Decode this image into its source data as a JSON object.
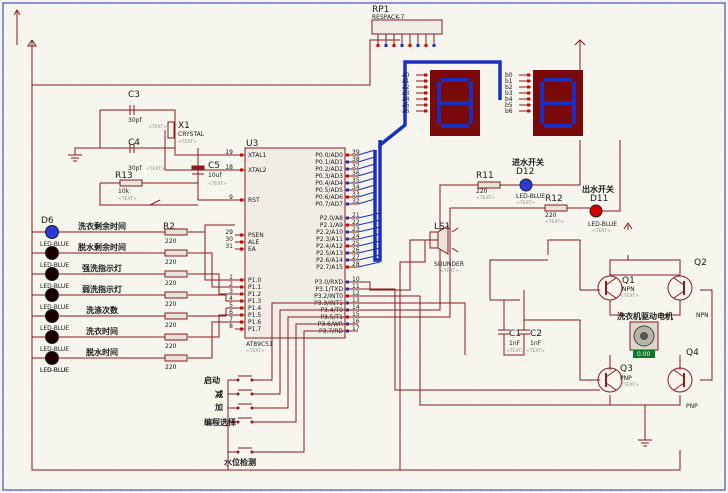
{
  "components": {
    "rp1": {
      "ref": "RP1",
      "value": "RESPACK-7"
    },
    "u3": {
      "ref": "U3",
      "value": "AT89C51",
      "text": "<TEXT>",
      "left_pins": [
        {
          "num": "19",
          "name": "XTAL1"
        },
        {
          "num": "18",
          "name": "XTAL2"
        },
        {
          "num": "9",
          "name": "RST"
        },
        {
          "num": "29",
          "name": "PSEN"
        },
        {
          "num": "30",
          "name": "ALE"
        },
        {
          "num": "31",
          "name": "EA"
        },
        {
          "num": "1",
          "name": "P1.0"
        },
        {
          "num": "2",
          "name": "P1.1"
        },
        {
          "num": "3",
          "name": "P1.2"
        },
        {
          "num": "4",
          "name": "P1.3"
        },
        {
          "num": "5",
          "name": "P1.4"
        },
        {
          "num": "6",
          "name": "P1.5"
        },
        {
          "num": "7",
          "name": "P1.6"
        },
        {
          "num": "8",
          "name": "P1.7"
        }
      ],
      "right_pins": [
        {
          "num": "39",
          "name": "P0.0/AD0"
        },
        {
          "num": "38",
          "name": "P0.1/AD1"
        },
        {
          "num": "37",
          "name": "P0.2/AD2"
        },
        {
          "num": "36",
          "name": "P0.3/AD3"
        },
        {
          "num": "35",
          "name": "P0.4/AD4"
        },
        {
          "num": "34",
          "name": "P0.5/AD5"
        },
        {
          "num": "33",
          "name": "P0.6/AD6"
        },
        {
          "num": "32",
          "name": "P0.7/AD7"
        },
        {
          "num": "21",
          "name": "P2.0/A8"
        },
        {
          "num": "22",
          "name": "P2.1/A9"
        },
        {
          "num": "23",
          "name": "P2.2/A10"
        },
        {
          "num": "24",
          "name": "P2.3/A11"
        },
        {
          "num": "25",
          "name": "P2.4/A12"
        },
        {
          "num": "26",
          "name": "P2.5/A13"
        },
        {
          "num": "27",
          "name": "P2.6/A14"
        },
        {
          "num": "28",
          "name": "P2.7/A15"
        },
        {
          "num": "10",
          "name": "P3.0/RXD"
        },
        {
          "num": "11",
          "name": "P3.1/TXD"
        },
        {
          "num": "12",
          "name": "P3.2/INT0"
        },
        {
          "num": "13",
          "name": "P3.3/INT1"
        },
        {
          "num": "14",
          "name": "P3.4/T0"
        },
        {
          "num": "15",
          "name": "P3.5/T1"
        },
        {
          "num": "16",
          "name": "P3.6/WR"
        },
        {
          "num": "17",
          "name": "P3.7/RD"
        }
      ]
    },
    "c3": {
      "ref": "C3",
      "value": "30pf",
      "text": "<TEXT>"
    },
    "c4": {
      "ref": "C4",
      "value": "30pf",
      "text": "<TEXT>"
    },
    "x1": {
      "ref": "X1",
      "value": "CRYSTAL",
      "text": "<TEXT>"
    },
    "c5": {
      "ref": "C5",
      "value": "10uf",
      "text": "<TEXT>"
    },
    "r13": {
      "ref": "R13",
      "value": "10k",
      "text": "<TEXT>"
    },
    "r2": {
      "ref": "R2",
      "value": "220"
    },
    "r_vals": [
      "220",
      "220",
      "220",
      "220",
      "220",
      "220",
      "220"
    ],
    "d6": {
      "ref": "D6"
    },
    "led_blue": "LED-BLUE",
    "ls1": {
      "ref": "LS1",
      "value": "SOUNDER",
      "text": "<TEXT>"
    },
    "r11": {
      "ref": "R11",
      "value": "220",
      "text": "<TEXT>"
    },
    "d12": {
      "ref": "D12",
      "value": "LED-BLUE",
      "text": "<TEXT>"
    },
    "r12": {
      "ref": "R12",
      "value": "220",
      "text": "<TEXT>"
    },
    "d11": {
      "ref": "D11",
      "value": "LED-BLUE",
      "text": "<TEXT>"
    },
    "c1": {
      "ref": "C1",
      "value": "1nF",
      "text": "<TEXT>"
    },
    "c2": {
      "ref": "C2",
      "value": "1nF",
      "text": "<TEXT>"
    },
    "q1": {
      "ref": "Q1",
      "value": "NPN",
      "text": "<TEXT>"
    },
    "q2": {
      "ref": "Q2",
      "value": "NPN"
    },
    "q3": {
      "ref": "Q3",
      "value": "PNP",
      "text": "<TEXT>"
    },
    "q4": {
      "ref": "Q4",
      "value": "PNP"
    },
    "motor_value": "0.00",
    "seg_a": [
      "a0",
      "a1",
      "a2",
      "a3",
      "a4",
      "a5",
      "a6"
    ],
    "seg_b": [
      "b0",
      "b1",
      "b2",
      "b3",
      "b4",
      "b5",
      "b6"
    ],
    "seg_digit": "8"
  },
  "cn_labels": {
    "wash_time_left": "洗衣剩余时间",
    "spin_time_left": "脱水剩余时间",
    "strong_wash": "强洗指示灯",
    "weak_wash": "弱洗指示灯",
    "rinse_count": "洗涤次数",
    "wash_time": "洗衣时间",
    "spin_time": "脱水时间",
    "water_in": "进水开关",
    "water_out": "出水开关",
    "motor": "洗衣机驱动电机",
    "start": "启动",
    "minus": "减",
    "plus": "加",
    "program": "编程选择",
    "level": "水位检测"
  }
}
